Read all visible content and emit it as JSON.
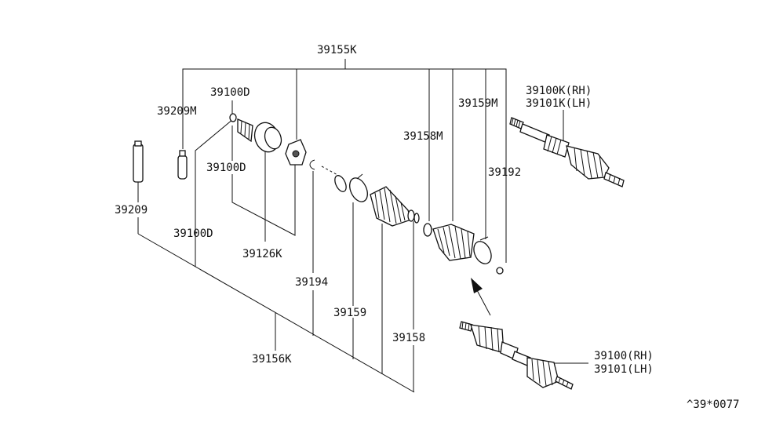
{
  "labels": {
    "k39155k": "39155K",
    "k39100d_top": "39100D",
    "k39209m": "39209M",
    "k39100d_mid": "39100D",
    "k39209": "39209",
    "k39100d_low": "39100D",
    "k39126k": "39126K",
    "k39194": "39194",
    "k39159": "39159",
    "k39158": "39158",
    "k39156k": "39156K",
    "k39158m": "39158M",
    "k39159m": "39159M",
    "k39192": "39192",
    "k39100k_rh": "39100K(RH)",
    "k39101k_lh": "39101K(LH)",
    "k39100_rh": "39100(RH)",
    "k39101_lh": "39101(LH)",
    "ref_code": "^39*0077"
  }
}
